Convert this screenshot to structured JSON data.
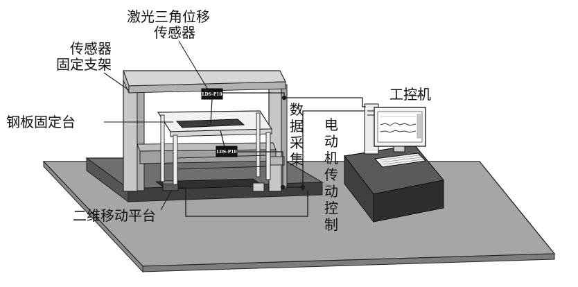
{
  "labels": {
    "sensor_bracket_line1": "传感器",
    "sensor_bracket_line2": "固定支架",
    "laser_sensor_line1": "激光三角位移",
    "laser_sensor_line2": "传感器",
    "steel_plate_table": "钢板固定台",
    "data_acquisition": "数据采集",
    "motor_drive_control": "电动机传动控制",
    "industrial_pc": "工控机",
    "two_axis_stage": "二维移动平台"
  },
  "device_text": {
    "upper_sensor_tag": "LDS-P10",
    "lower_sensor_tag": "LDS-P10"
  },
  "colors": {
    "base_plate": "#a6a6a6",
    "rail_block": "#4a4a4a",
    "frame": "#c4c4c4",
    "table": "#f2f2f2",
    "computer_cabinet": "#3a3a3a",
    "wire": "#1a1a1a"
  }
}
